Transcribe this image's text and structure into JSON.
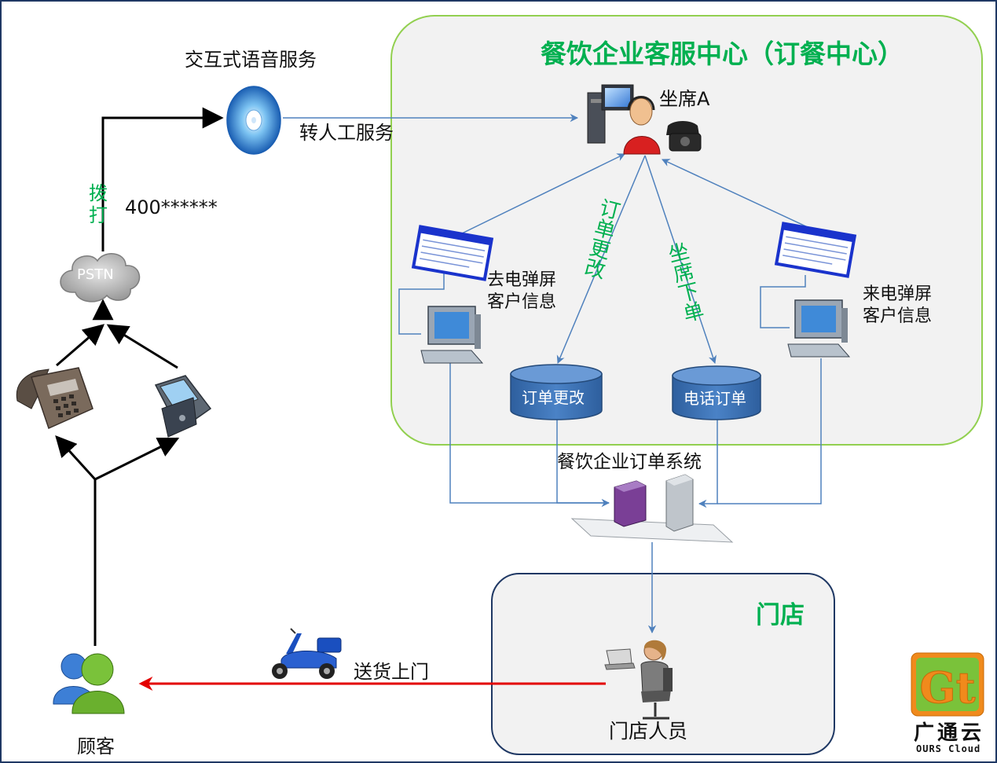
{
  "labels": {
    "ivr": "交互式语音服务",
    "transfer": "转人工服务",
    "dial_vertical": "拨打",
    "dial_number": "400******",
    "pstn": "PSTN",
    "center_title": "餐饮企业客服中心（订餐中心）",
    "agent": "坐席A",
    "out_popup_line1": "去电弹屏",
    "out_popup_line2": "客户信息",
    "in_popup_line1": "来电弹屏",
    "in_popup_line2": "客户信息",
    "order_change_vertical": "订单更改",
    "agent_order_vertical": "坐席下单",
    "db_order_change": "订单更改",
    "db_phone_order": "电话订单",
    "order_system": "餐饮企业订单系统",
    "store_title": "门店",
    "store_staff": "门店人员",
    "delivery": "送货上门",
    "customer": "顾客",
    "brand_name": "广通云",
    "brand_sub": "OURS Cloud",
    "logo_letters": "Gt"
  },
  "colors": {
    "frame": "#1f3864",
    "center_border": "#92d050",
    "panel_fill": "#f2f2f2",
    "store_border": "#1f3864",
    "green_text": "#00b050",
    "blue_line": "#4f81bd",
    "red_arrow": "#e30000",
    "black_arrow": "#000000",
    "db_fill": "#3f74b8"
  },
  "icons": [
    "cd-disc-icon",
    "pstn-cloud-icon",
    "desk-phone-icon",
    "mobile-phone-icon",
    "agent-headset-icon",
    "computer-icon",
    "popup-window-icon",
    "database-icon",
    "server-icon",
    "scooter-icon",
    "store-staff-icon",
    "customer-icon",
    "brand-logo-icon"
  ]
}
